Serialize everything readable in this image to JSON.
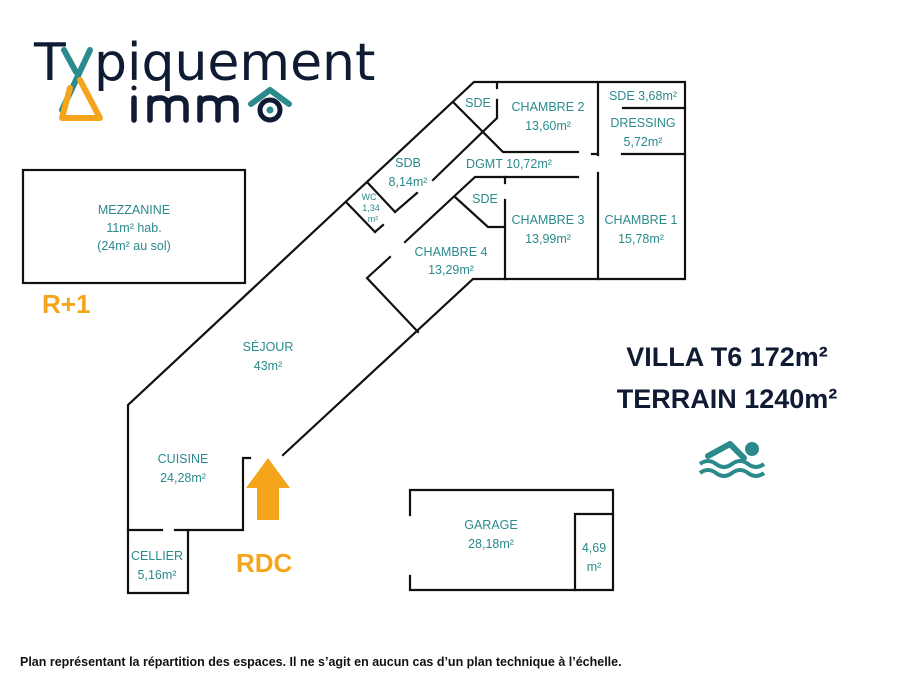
{
  "logo": {
    "line1": "Typiquement",
    "line1_rest": "piquement",
    "line2": "imm",
    "colors": {
      "navy": "#0f1a33",
      "teal": "#2b8a8c",
      "orange": "#f4a51c"
    }
  },
  "headline": {
    "line1": "VILLA T6 172m²",
    "line2": "TERRAIN 1240m²"
  },
  "levels": {
    "upper": "R+1",
    "ground": "RDC"
  },
  "rooms": {
    "mezzanine": {
      "name": "MEZZANINE",
      "line2": "11m² hab.",
      "line3": "(24m² au sol)"
    },
    "sde1": {
      "name": "SDE"
    },
    "chambre2": {
      "name": "CHAMBRE 2",
      "area": "13,60m²"
    },
    "sde2": {
      "name": "SDE 3,68m²"
    },
    "dressing": {
      "name": "DRESSING",
      "area": "5,72m²"
    },
    "sdb": {
      "name": "SDB",
      "area": "8,14m²"
    },
    "dgmt": {
      "name": "DGMT 10,72m²"
    },
    "wc": {
      "name": "WC",
      "area": "1,34",
      "unit": "m²"
    },
    "sde3": {
      "name": "SDE"
    },
    "chambre3": {
      "name": "CHAMBRE 3",
      "area": "13,99m²"
    },
    "chambre1": {
      "name": "CHAMBRE 1",
      "area": "15,78m²"
    },
    "chambre4": {
      "name": "CHAMBRE 4",
      "area": "13,29m²"
    },
    "sejour": {
      "name": "SÉJOUR",
      "area": "43m²"
    },
    "cuisine": {
      "name": "CUISINE",
      "area": "24,28m²"
    },
    "cellier": {
      "name": "CELLIER",
      "area": "5,16m²"
    },
    "garage": {
      "name": "GARAGE",
      "area": "28,18m²"
    },
    "annexe": {
      "area": "4,69",
      "unit": "m²"
    }
  },
  "icons": {
    "pool": "swimming-pool-icon",
    "entrance": "entrance-arrow-icon"
  },
  "footer": "Plan représentant la répartition des espaces. Il ne s’agit en aucun cas d’un plan technique à l’échelle."
}
